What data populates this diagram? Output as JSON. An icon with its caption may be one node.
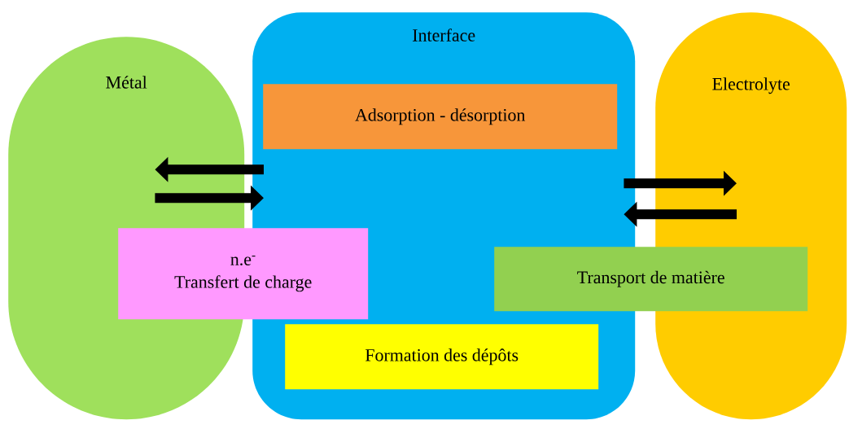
{
  "diagram": {
    "nodes": [
      {
        "text": [
          "Métal"
        ]
      },
      {
        "text": [
          "Interface"
        ]
      },
      {
        "text": [
          "Adsorption - désorption"
        ],
        "in": 1
      },
      {
        "text": [
          "Electrolyte"
        ]
      },
      {
        "text": [
          "n.e$^{-}$",
          "Transfert de charge"
        ]
      },
      {
        "text": [
          "Transport de matière"
        ]
      },
      {
        "text": [
          "Formation des dépôts"
        ],
        "in": 1
      }
    ],
    "edges": [
      {
        "from": 1,
        "to": 0,
        "arrow": "to"
      },
      {
        "from": 0,
        "to": 1,
        "arrow": "to"
      },
      {
        "from": 1,
        "to": 3,
        "arrow": "to"
      },
      {
        "from": 3,
        "to": 1,
        "arrow": "to"
      }
    ]
  }
}
